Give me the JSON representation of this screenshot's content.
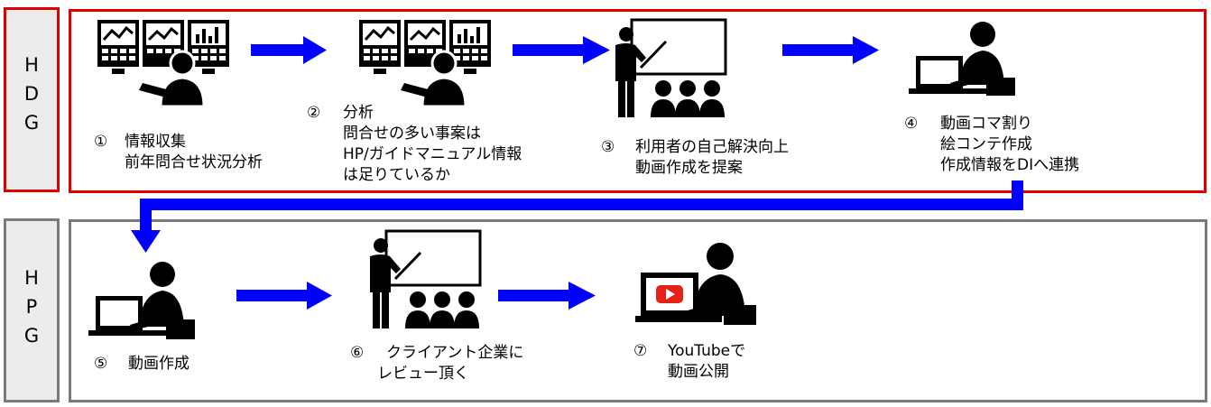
{
  "groups": [
    {
      "label": "HDG",
      "chars": [
        "H",
        "D",
        "G"
      ],
      "color": "#e00000"
    },
    {
      "label": "HPG",
      "chars": [
        "H",
        "P",
        "G"
      ],
      "color": "#7a7a7a"
    }
  ],
  "arrow_color": "#0000ff",
  "steps": [
    {
      "num": "①",
      "lines": [
        "情報収集",
        "前年問合せ状況分析"
      ],
      "icon": "analyst-monitors-icon"
    },
    {
      "num": "②",
      "lines": [
        "分析",
        "問合せの多い事案は",
        "HP/ガイドマニュアル情報",
        "は足りているか"
      ],
      "icon": "analyst-monitors-icon"
    },
    {
      "num": "③",
      "lines": [
        "利用者の自己解決向上",
        "動画作成を提案"
      ],
      "icon": "presenter-audience-icon"
    },
    {
      "num": "④",
      "lines": [
        "動画コマ割り",
        "絵コンテ作成",
        "作成情報をDIへ連携"
      ],
      "icon": "laptop-user-icon"
    },
    {
      "num": "⑤",
      "lines": [
        "動画作成"
      ],
      "icon": "laptop-user-icon"
    },
    {
      "num": "⑥",
      "lines": [
        "クライアント企業に",
        "レビュー頂く"
      ],
      "icon": "presenter-audience-icon"
    },
    {
      "num": "⑦",
      "lines": [
        "YouTubeで",
        "動画公開"
      ],
      "icon": "laptop-youtube-icon"
    }
  ]
}
